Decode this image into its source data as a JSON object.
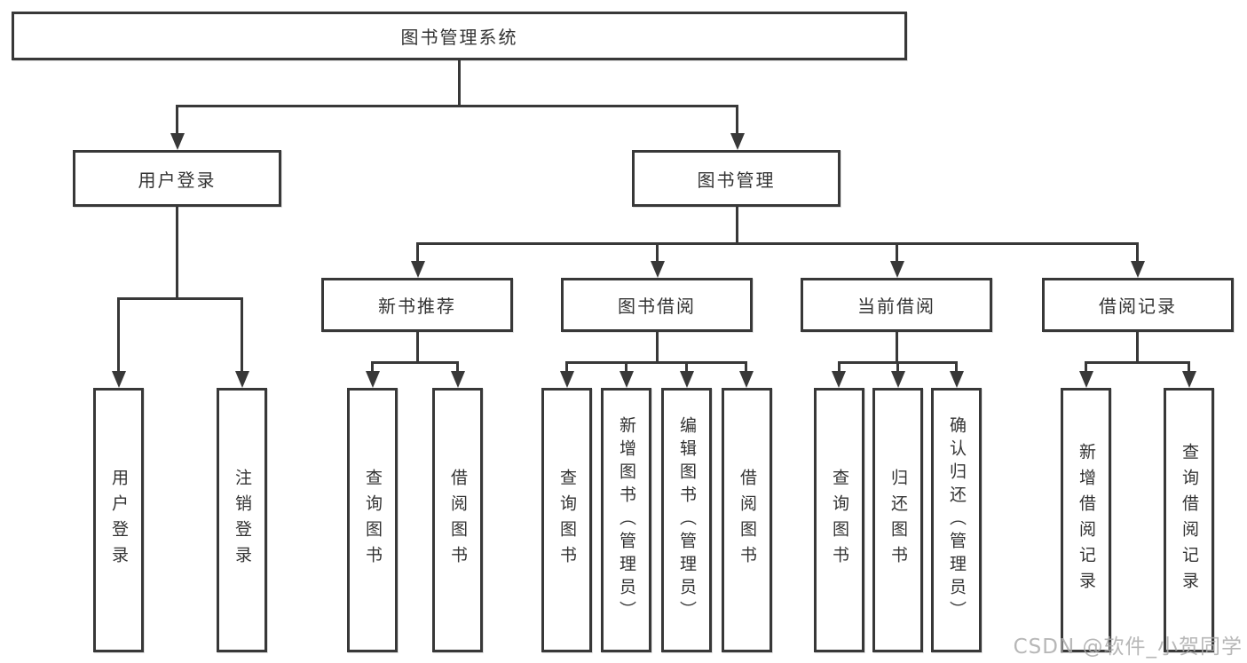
{
  "nodes": {
    "root": "图书管理系统",
    "level2": {
      "user_login": "用户登录",
      "book_mgmt": "图书管理"
    },
    "level3": {
      "new_book_rec": "新书推荐",
      "book_borrow": "图书借阅",
      "current_borrow": "当前借阅",
      "borrow_records": "借阅记录"
    },
    "leaves": {
      "user_login": "用户登录",
      "logout": "注销登录",
      "query_book_1": "查询图书",
      "borrow_book_1": "借阅图书",
      "query_book_2": "查询图书",
      "add_book_admin": "新增图书（管理员）",
      "edit_book_admin": "编辑图书（管理员）",
      "borrow_book_2": "借阅图书",
      "query_book_3": "查询图书",
      "return_book": "归还图书",
      "confirm_return_admin": "确认归还（管理员）",
      "add_borrow_record": "新增借阅记录",
      "query_borrow_record": "查询借阅记录"
    }
  },
  "watermark": "CSDN @软件_小贺同学",
  "colors": {
    "line": "#383838",
    "box_background": "#ffffff",
    "text": "#333333",
    "watermark": "#ababab"
  }
}
